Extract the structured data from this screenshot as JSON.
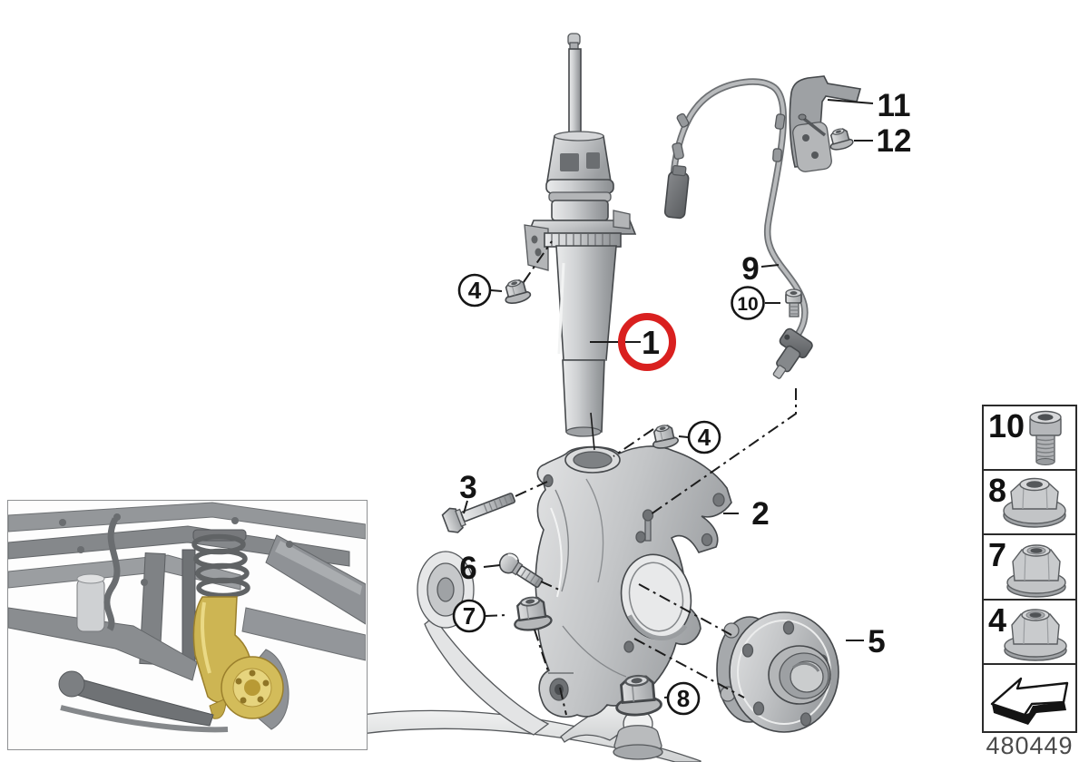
{
  "diagram": {
    "type": "exploded-parts-diagram",
    "subject": "front-spring-strut-and-steering-knuckle",
    "highlighted_callout": "1"
  },
  "callouts": {
    "c1": "1",
    "c2": "2",
    "c3": "3",
    "c4a": "4",
    "c4b": "4",
    "c5": "5",
    "c6": "6",
    "c7": "7",
    "c8": "8",
    "c9": "9",
    "c10": "10",
    "c11": "11",
    "c12": "12"
  },
  "legend": {
    "rows": [
      {
        "label": "10",
        "icon": "socket-head-bolt-icon"
      },
      {
        "label": "8",
        "icon": "flange-nut-icon"
      },
      {
        "label": "7",
        "icon": "flange-nut-icon"
      },
      {
        "label": "4",
        "icon": "flange-nut-icon"
      }
    ],
    "arrow_icon": "direction-arrow-icon"
  },
  "footer": {
    "drawing_number": "480449"
  },
  "colors": {
    "highlight_red": "#d9201f",
    "outline": "#1a1a1a",
    "part_fill": "#c5c7c9",
    "inset_highlight_yellow": "#cdb553"
  }
}
